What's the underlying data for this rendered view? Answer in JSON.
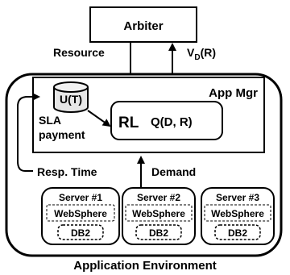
{
  "arbiter": {
    "label": "Arbiter"
  },
  "links": {
    "resource": "Resource",
    "vd_main": "V",
    "vd_sub": "D",
    "vd_arg": "(R)",
    "resp_time": "Resp. Time",
    "demand": "Demand"
  },
  "app_mgr": {
    "title": "App Mgr",
    "utility": "U(T)",
    "sla_line1": "SLA",
    "sla_line2": "payment",
    "rl": "RL",
    "q": "Q(D, R)"
  },
  "servers": [
    {
      "name": "Server #1",
      "middleware": "WebSphere",
      "db": "DB2"
    },
    {
      "name": "Server #2",
      "middleware": "WebSphere",
      "db": "DB2"
    },
    {
      "name": "Server #3",
      "middleware": "WebSphere",
      "db": "DB2"
    }
  ],
  "environment": {
    "label": "Application Environment"
  }
}
